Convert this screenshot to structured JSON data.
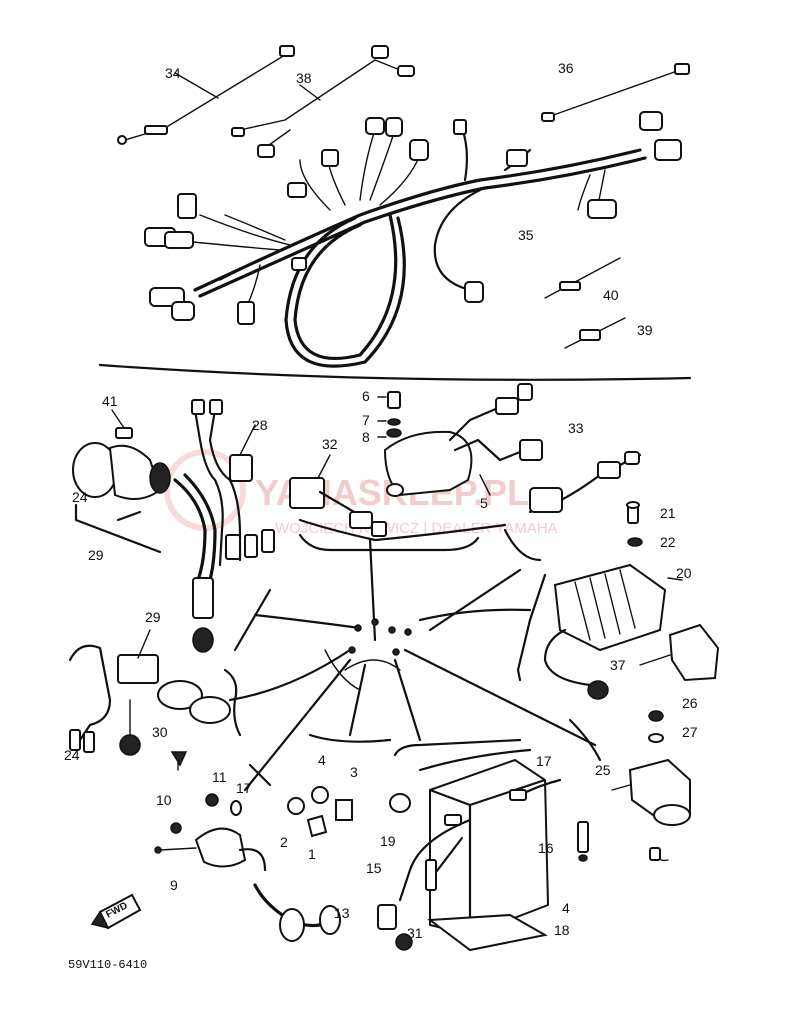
{
  "diagram": {
    "watermark": {
      "brand": "YAMASKLEP.PL",
      "tagline": "WOJCIECH KOWICZ | DEALER YAMAHA"
    },
    "catalog_code": "59V110-6410",
    "direction_label": "FWD",
    "callouts": {
      "c1": "1",
      "c2": "2",
      "c3": "3",
      "c4": "4",
      "c4b": "4",
      "c5": "5",
      "c6": "6",
      "c7": "7",
      "c8": "8",
      "c9": "9",
      "c10": "10",
      "c11": "11",
      "c13": "13",
      "c15": "15",
      "c16": "16",
      "c17": "17",
      "c17b": "17",
      "c18": "18",
      "c19": "19",
      "c20": "20",
      "c21": "21",
      "c22": "22",
      "c24": "24",
      "c24b": "24",
      "c25": "25",
      "c26": "26",
      "c27": "27",
      "c28": "28",
      "c29": "29",
      "c29b": "29",
      "c30": "30",
      "c31": "31",
      "c32": "32",
      "c33": "33",
      "c34": "34",
      "c35": "35",
      "c36": "36",
      "c37": "37",
      "c38": "38",
      "c39": "39",
      "c40": "40",
      "c41": "41"
    }
  }
}
